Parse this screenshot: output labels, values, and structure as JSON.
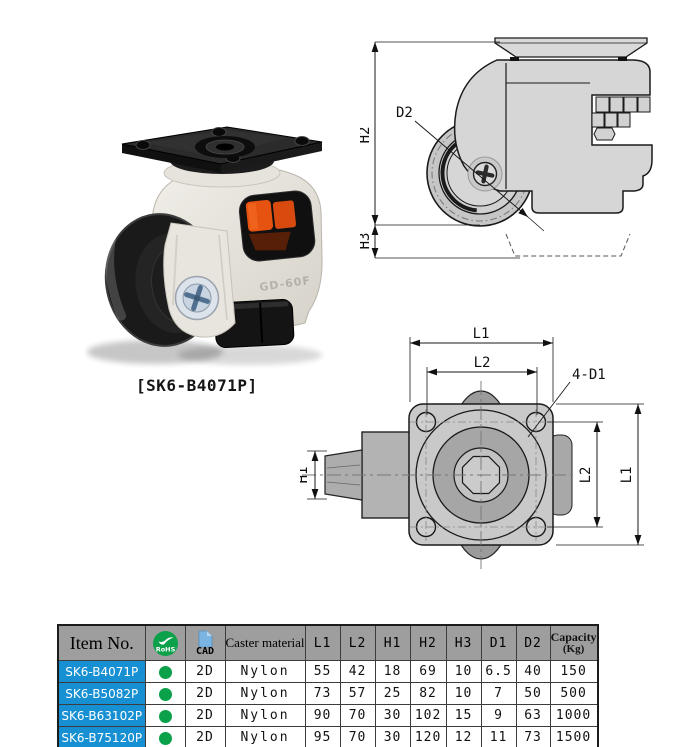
{
  "colors": {
    "item_cell_blue": "#1790d3",
    "rohs_green": "#0ba04a",
    "cad_icon_blue": "#79b4e2",
    "header_gray": "#9e9e9e"
  },
  "product": {
    "caption": "[SK6-B4071P]",
    "engraving": "GD-60F"
  },
  "side_view": {
    "h2": "H2",
    "h3": "H3",
    "d2": "D2"
  },
  "top_view": {
    "l1_top": "L1",
    "l2_top": "L2",
    "d1_callout": "4-D1",
    "h1": "H1",
    "l2_right": "L2",
    "l1_right": "L1"
  },
  "table": {
    "header": {
      "item_no": "Item No.",
      "rohs": "RoHS",
      "cad": "CAD",
      "material": "Caster material",
      "l1": "L1",
      "l2": "L2",
      "h1": "H1",
      "h2": "H2",
      "h3": "H3",
      "d1": "D1",
      "d2": "D2",
      "capacity": "Capacity",
      "capacity_unit": "(Kg)"
    },
    "rows": [
      {
        "item": "SK6-B4071P",
        "cad": "2D",
        "material": "Nylon",
        "l1": "55",
        "l2": "42",
        "h1": "18",
        "h2": "69",
        "h3": "10",
        "d1": "6.5",
        "d2": "40",
        "capacity": "150"
      },
      {
        "item": "SK6-B5082P",
        "cad": "2D",
        "material": "Nylon",
        "l1": "73",
        "l2": "57",
        "h1": "25",
        "h2": "82",
        "h3": "10",
        "d1": "7",
        "d2": "50",
        "capacity": "500"
      },
      {
        "item": "SK6-B63102P",
        "cad": "2D",
        "material": "Nylon",
        "l1": "90",
        "l2": "70",
        "h1": "30",
        "h2": "102",
        "h3": "15",
        "d1": "9",
        "d2": "63",
        "capacity": "1000"
      },
      {
        "item": "SK6-B75120P",
        "cad": "2D",
        "material": "Nylon",
        "l1": "95",
        "l2": "70",
        "h1": "30",
        "h2": "120",
        "h3": "12",
        "d1": "11",
        "d2": "73",
        "capacity": "1500"
      }
    ]
  }
}
